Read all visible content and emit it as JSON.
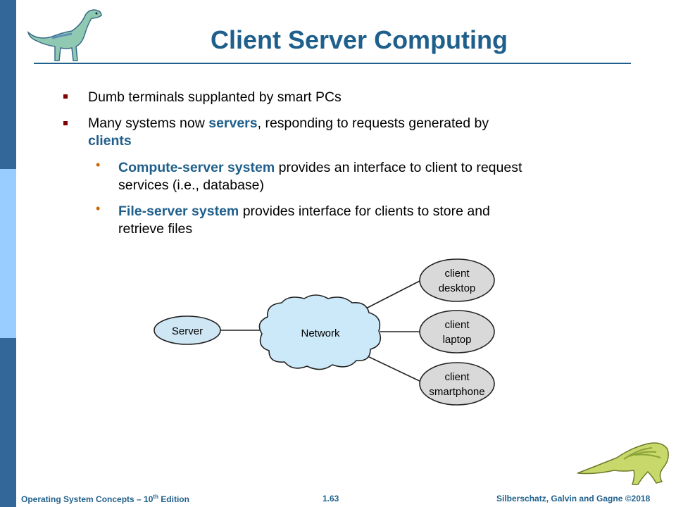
{
  "slide": {
    "title": "Client Server Computing",
    "bullets": [
      {
        "text": "Dumb terminals supplanted by smart PCs"
      },
      {
        "pre": "Many systems now ",
        "kw": "servers",
        "mid": ", responding to requests generated by",
        "kw2": "clients"
      }
    ],
    "sub_bullets": [
      {
        "kw": "Compute-server system",
        "line1": " provides an interface to client to request",
        "line2": "services (i.e., database)"
      },
      {
        "kw": "File-server system",
        "line1": " provides interface for clients to store and",
        "line2": "retrieve files"
      }
    ],
    "diagram": {
      "server": "Server",
      "network": "Network",
      "clients": [
        {
          "line1": "client",
          "line2": "desktop"
        },
        {
          "line1": "client",
          "line2": "laptop"
        },
        {
          "line1": "client",
          "line2": "smartphone"
        }
      ]
    },
    "footer": {
      "book_pre": "Operating System Concepts – 10",
      "book_sup": "th",
      "book_post": " Edition",
      "page": "1.63",
      "copyright": "Silberschatz, Galvin and Gagne ©2018"
    }
  },
  "colors": {
    "title": "#1f5f8b",
    "keyword": "#1f5f8b",
    "sidebar_dark": "#336699",
    "sidebar_light": "#99ccff",
    "node_fill": "#d9d9d9",
    "network_fill": "#cce9f9"
  },
  "icons": [
    "dinosaur-top-left",
    "dinosaur-bottom-right"
  ]
}
